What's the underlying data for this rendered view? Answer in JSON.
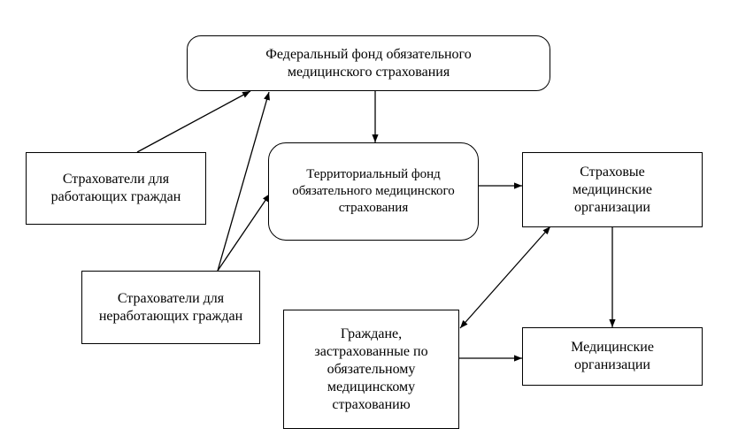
{
  "nodes": {
    "federal_fund": "Федеральный фонд обязательного медицинского страхования",
    "territorial_fund": "Территориальный фонд обязательного медицинского страхования",
    "insurers_working": "Страхователи для работающих граждан",
    "insurers_nonworking": "Страхователи для неработающих граждан",
    "insurance_orgs": "Страховые медицинские организации",
    "citizens": "Граждане, застрахованные по обязательному медицинскому страхованию",
    "medical_orgs": "Медицинские организации"
  },
  "colors": {
    "line": "#000000",
    "box_border": "#000000",
    "background": "#ffffff"
  }
}
